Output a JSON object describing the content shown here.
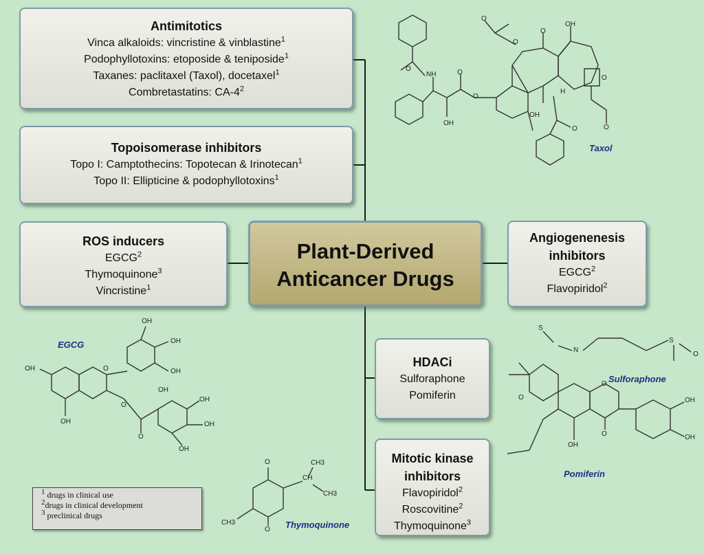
{
  "center": {
    "line1": "Plant-Derived",
    "line2": "Anticancer Drugs"
  },
  "boxes": {
    "antimitotics": {
      "title": "Antimitotics",
      "items": [
        "Vinca alkaloids: vincristine & vinblastine",
        "Podophyllotoxins: etoposide & teniposide",
        "Taxanes: paclitaxel (Taxol), docetaxel",
        "Combretastatins: CA-4"
      ],
      "sups": [
        "1",
        "1",
        "1",
        "2"
      ]
    },
    "topo": {
      "title": "Topoisomerase inhibitors",
      "items": [
        "Topo I: Camptothecins: Topotecan & Irinotecan",
        "Topo II: Ellipticine & podophyllotoxins"
      ],
      "sups": [
        "1",
        "1"
      ]
    },
    "ros": {
      "title": "ROS inducers",
      "items": [
        "EGCG",
        "Thymoquinone",
        "Vincristine"
      ],
      "sups": [
        "2",
        "3",
        "1"
      ]
    },
    "angio": {
      "title_line1": "Angiogenenesis",
      "title_line2": "inhibitors",
      "items": [
        "EGCG",
        "Flavopiridol"
      ],
      "sups": [
        "2",
        "2"
      ]
    },
    "hdaci": {
      "title": "HDACi",
      "items": [
        "Sulforaphone",
        "Pomiferin"
      ]
    },
    "mitotic": {
      "title_line1": "Mitotic kinase",
      "title_line2": "inhibitors",
      "items": [
        "Flavopiridol",
        "Roscovitine",
        "Thymoquinone"
      ],
      "sups": [
        "2",
        "2",
        "3"
      ]
    }
  },
  "molecules": {
    "taxol": "Taxol",
    "egcg": "EGCG",
    "sulforaphone": "Sulforaphone",
    "pomiferin": "Pomiferin",
    "thymoquinone": "Thymoquinone"
  },
  "structure_labels": {
    "taxol": [
      "O",
      "NH",
      "O",
      "OH",
      "O",
      "O",
      "OH",
      "O",
      "O",
      "H",
      "OH",
      "O",
      "O",
      "O"
    ],
    "egcg": [
      "OH",
      "OH",
      "OH",
      "OH",
      "O",
      "OH",
      "OH",
      "O",
      "OH",
      "O",
      "OH",
      "OH"
    ],
    "sulforaphone": [
      "S",
      "N",
      "S",
      "O"
    ],
    "pomiferin": [
      "O",
      "O",
      "OH",
      "O",
      "OH",
      "OH"
    ],
    "thymoquinone": [
      "O",
      "O",
      "CH",
      "CH3",
      "CH3",
      "CH3"
    ]
  },
  "legend": [
    {
      "sup": "1",
      "text": " drugs in clinical use"
    },
    {
      "sup": "2",
      "text": "drugs in clinical development"
    },
    {
      "sup": "3",
      "text": " preclinical drugs"
    }
  ],
  "colors": {
    "background": "#c6e7c9",
    "center_box": "#c4b985",
    "box": "#e8e8e1",
    "box_border": "#7f9aaa",
    "molecule_label": "#1f2f86"
  }
}
